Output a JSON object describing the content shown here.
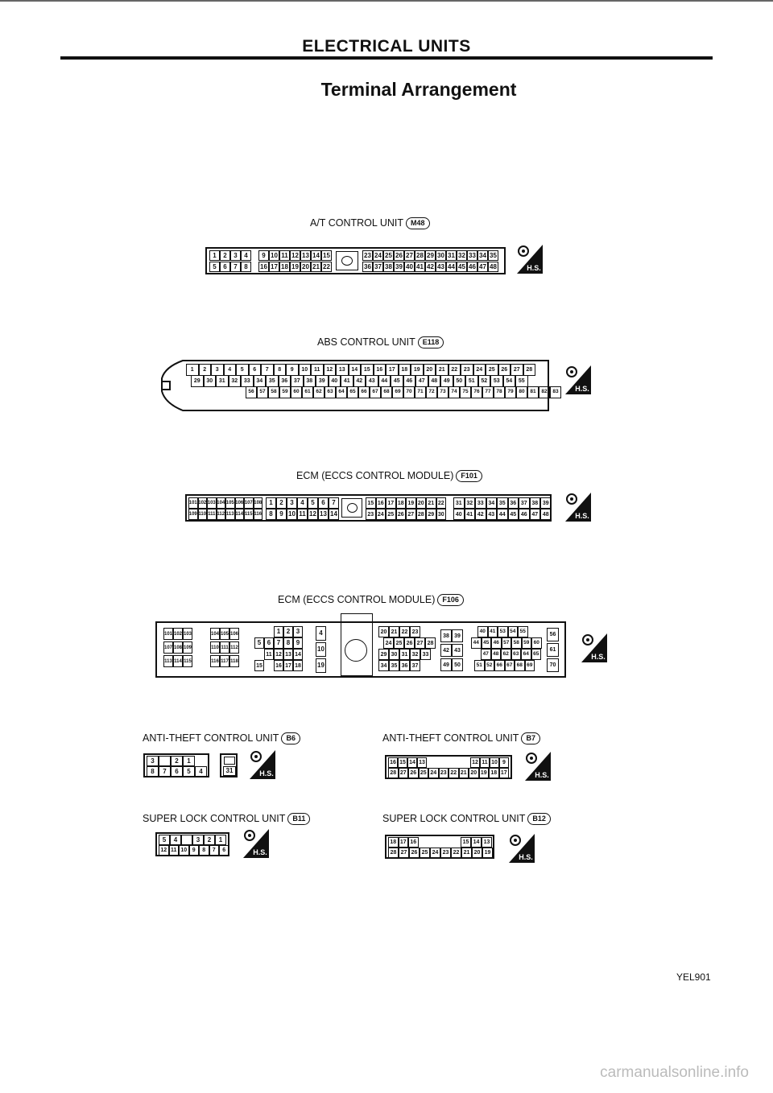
{
  "header": {
    "section_title": "ELECTRICAL UNITS",
    "subtitle": "Terminal Arrangement"
  },
  "connectors": {
    "at": {
      "caption": "A/T CONTROL UNIT",
      "code": "M48",
      "top_rows": [
        [
          "1",
          "2",
          "3",
          "4"
        ],
        [
          "9",
          "10",
          "11",
          "12",
          "13",
          "14",
          "15"
        ],
        [
          "23",
          "24",
          "25",
          "26",
          "27",
          "28",
          "29",
          "30",
          "31",
          "32",
          "33",
          "34",
          "35"
        ]
      ],
      "bottom_rows": [
        [
          "5",
          "6",
          "7",
          "8"
        ],
        [
          "16",
          "17",
          "18",
          "19",
          "20",
          "21",
          "22"
        ],
        [
          "36",
          "37",
          "38",
          "39",
          "40",
          "41",
          "42",
          "43",
          "44",
          "45",
          "46",
          "47",
          "48"
        ]
      ]
    },
    "abs": {
      "caption": "ABS CONTROL UNIT",
      "code": "E118",
      "row1": [
        "1",
        "2",
        "3",
        "4",
        "5",
        "6",
        "7",
        "8",
        "9",
        "10",
        "11",
        "12",
        "13",
        "14",
        "15",
        "16",
        "17",
        "18",
        "19",
        "20",
        "21",
        "22",
        "23",
        "24",
        "25",
        "26",
        "27",
        "28"
      ],
      "row2": [
        "29",
        "30",
        "31",
        "32",
        "33",
        "34",
        "35",
        "36",
        "37",
        "38",
        "39",
        "40",
        "41",
        "42",
        "43",
        "44",
        "45",
        "46",
        "47",
        "48",
        "49",
        "50",
        "51",
        "52",
        "53",
        "54",
        "55"
      ],
      "row3": [
        "56",
        "57",
        "58",
        "59",
        "60",
        "61",
        "62",
        "63",
        "64",
        "65",
        "66",
        "67",
        "68",
        "69",
        "70",
        "71",
        "72",
        "73",
        "74",
        "75",
        "76",
        "77",
        "78",
        "79",
        "80",
        "81",
        "82",
        "83"
      ]
    },
    "ecm1": {
      "caption": "ECM (ECCS CONTROL MODULE)",
      "code": "F101",
      "row1": [
        [
          "101",
          "102",
          "103",
          "104",
          "105",
          "106",
          "107",
          "108"
        ],
        [
          "1",
          "2",
          "3",
          "4",
          "5",
          "6",
          "7"
        ],
        [
          "15",
          "16",
          "17",
          "18",
          "19",
          "20",
          "21",
          "22"
        ],
        [
          "31",
          "32",
          "33",
          "34",
          "35",
          "36",
          "37",
          "38",
          "39"
        ]
      ],
      "row2": [
        [
          "109",
          "110",
          "111",
          "112",
          "113",
          "114",
          "115",
          "116"
        ],
        [
          "8",
          "9",
          "10",
          "11",
          "12",
          "13",
          "14"
        ],
        [
          "23",
          "24",
          "25",
          "26",
          "27",
          "28",
          "29",
          "30"
        ],
        [
          "40",
          "41",
          "42",
          "43",
          "44",
          "45",
          "46",
          "47",
          "48"
        ]
      ]
    },
    "ecm2": {
      "caption": "ECM (ECCS CONTROL MODULE)",
      "code": "F106",
      "a": [
        [
          "101",
          "102",
          "103"
        ],
        [
          "107",
          "108",
          "109"
        ],
        [
          "113",
          "114",
          "115"
        ]
      ],
      "b": [
        [
          "104",
          "105",
          "106"
        ],
        [
          "110",
          "111",
          "112"
        ],
        [
          "116",
          "117",
          "118"
        ]
      ],
      "c": [
        [
          "1",
          "2",
          "3"
        ],
        [
          "5",
          "6",
          "7",
          "8",
          "9"
        ],
        [
          "11",
          "12",
          "13",
          "14"
        ],
        [
          "15",
          "16",
          "17",
          "18"
        ]
      ],
      "d": [
        "4",
        "10",
        "19"
      ],
      "e": [
        [
          "20",
          "21",
          "22",
          "23"
        ],
        [
          "24",
          "25",
          "26",
          "27",
          "28"
        ],
        [
          "29",
          "30",
          "31",
          "32",
          "33"
        ],
        [
          "34",
          "35",
          "36",
          "37"
        ]
      ],
      "f": [
        [
          "38",
          "39"
        ],
        [
          "42",
          "43"
        ],
        [
          "49",
          "50"
        ]
      ],
      "g": [
        [
          "40",
          "41",
          "53",
          "54",
          "55"
        ],
        [
          "44",
          "45",
          "46",
          "57",
          "58",
          "59",
          "60"
        ],
        [
          "47",
          "48",
          "62",
          "63",
          "64",
          "65"
        ],
        [
          "51",
          "52",
          "66",
          "67",
          "68",
          "69"
        ]
      ],
      "h": [
        "56",
        "61",
        "70"
      ]
    },
    "b6": {
      "caption": "ANTI-THEFT CONTROL UNIT",
      "code": "B6",
      "row1": [
        "3",
        "",
        "2",
        "1"
      ],
      "row2": [
        "8",
        "7",
        "6",
        "5",
        "4"
      ],
      "extra": "31"
    },
    "b7": {
      "caption": "ANTI-THEFT CONTROL UNIT",
      "code": "B7",
      "row1": [
        "16",
        "15",
        "14",
        "13",
        "12",
        "11",
        "10",
        "9"
      ],
      "row2": [
        "28",
        "27",
        "26",
        "25",
        "24",
        "23",
        "22",
        "21",
        "20",
        "19",
        "18",
        "17"
      ]
    },
    "b11": {
      "caption": "SUPER LOCK CONTROL UNIT",
      "code": "B11",
      "row1": [
        "5",
        "4",
        "",
        "3",
        "2",
        "1"
      ],
      "row2": [
        "12",
        "11",
        "10",
        "9",
        "8",
        "7",
        "6"
      ]
    },
    "b12": {
      "caption": "SUPER LOCK CONTROL UNIT",
      "code": "B12",
      "row1": [
        "18",
        "17",
        "16",
        "15",
        "14",
        "13"
      ],
      "row2": [
        "28",
        "27",
        "26",
        "25",
        "24",
        "23",
        "22",
        "21",
        "20",
        "19"
      ]
    }
  },
  "hs_label": "H.S.",
  "footer": {
    "figure_code": "YEL901"
  },
  "watermark": "carmanualsonline.info"
}
